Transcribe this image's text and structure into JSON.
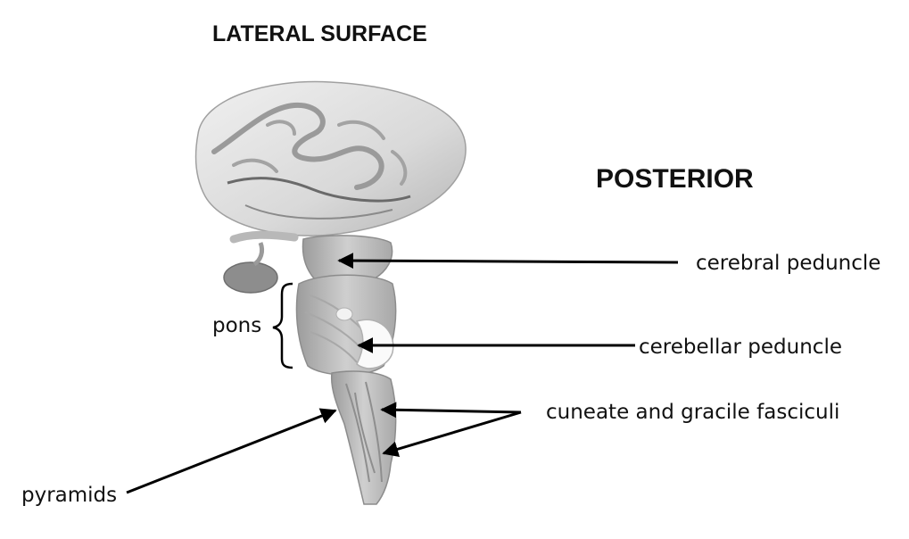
{
  "headings": {
    "lateral_surface": "LATERAL SURFACE",
    "posterior": "POSTERIOR"
  },
  "labels": {
    "cerebral_peduncle": "cerebral peduncle",
    "pons": "pons",
    "cerebellar_peduncle": "cerebellar peduncle",
    "cuneate_gracile": "cuneate and gracile fasciculi",
    "pyramids": "pyramids"
  },
  "colors": {
    "specimen_light": "#e8e8e8",
    "specimen_mid": "#c4c4c4",
    "specimen_dark": "#8a8a8a",
    "line": "#000000"
  }
}
